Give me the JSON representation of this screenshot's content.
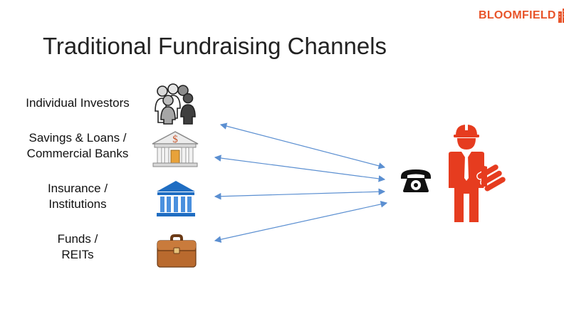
{
  "brand": {
    "name": "BLOOMFIELD",
    "color": "#e8542a"
  },
  "slide": {
    "title": "Traditional Fundraising Channels"
  },
  "channels": [
    {
      "lines": [
        "Individual Investors"
      ],
      "icon": "group-of-people-icon"
    },
    {
      "lines": [
        "Savings & Loans /",
        "Commercial Banks"
      ],
      "icon": "bank-building-icon"
    },
    {
      "lines": [
        "Insurance /",
        "Institutions"
      ],
      "icon": "institution-building-icon"
    },
    {
      "lines": [
        "Funds /",
        "REITs"
      ],
      "icon": "briefcase-icon"
    }
  ],
  "right_side": {
    "phone_icon": "telephone-icon",
    "person_icon": "construction-worker-icon"
  },
  "colors": {
    "arrow": "#5b8fd1",
    "worker": "#e63c1f",
    "institution_blue": "#1f6dc2",
    "briefcase": "#b96a2e"
  }
}
